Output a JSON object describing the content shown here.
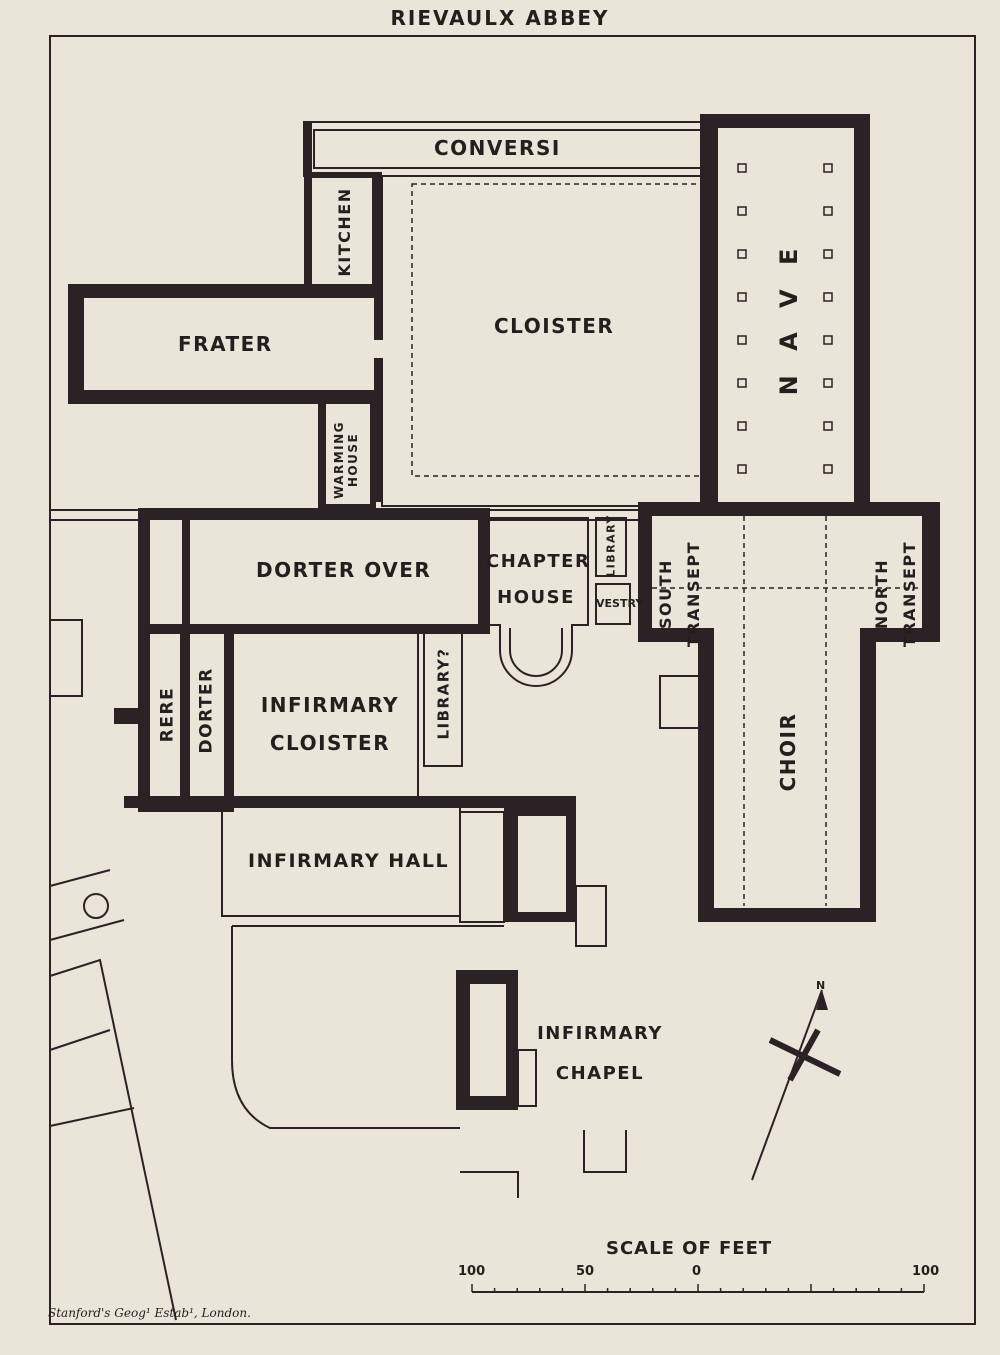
{
  "title": "RIEVAULX ABBEY",
  "rooms": {
    "conversi": "CONVERSI",
    "kitchen": "KITCHEN",
    "frater": "FRATER",
    "cloister": "CLOISTER",
    "nave": "N A V E",
    "warming_house": "WARMING HOUSE",
    "dorter_over": "DORTER OVER",
    "chapter_house": "CHAPTER HOUSE",
    "library": "LIBRARY",
    "vestry": "VESTRY",
    "south_transept": "SOUTH TRANSEPT",
    "north_transept": "NORTH TRANSEPT",
    "rere": "RERE",
    "dorter": "DORTER",
    "infirmary_cloister": "INFIRMARY CLOISTER",
    "library_q": "LIBRARY?",
    "choir": "CHOIR",
    "infirmary_hall": "INFIRMARY HALL",
    "infirmary_chapel": "INFIRMARY CHAPEL"
  },
  "compass": {
    "north_letter": "N"
  },
  "scale": {
    "title": "SCALE OF FEET",
    "ticks": [
      "100",
      "50",
      "0",
      "100"
    ]
  },
  "imprint": "Stanford's Geog¹ Estab¹, London."
}
